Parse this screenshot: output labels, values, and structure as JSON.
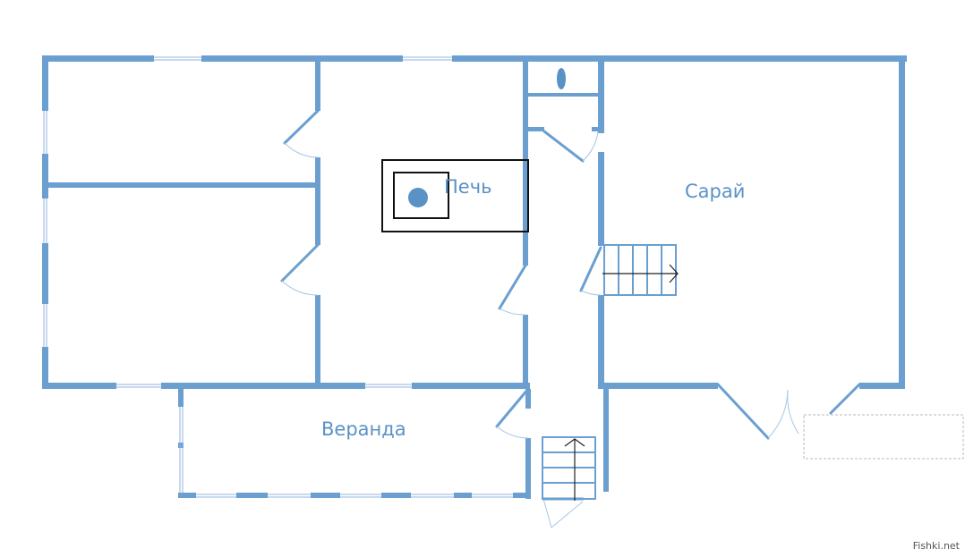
{
  "rooms": {
    "stove_label": "Печь",
    "barn_label": "Сарай",
    "veranda_label": "Веранда"
  },
  "watermark": "Fishki.net",
  "colors": {
    "wall": "#6a9fd0",
    "label": "#5a92c6",
    "stove_outline": "#111111"
  },
  "icons": [
    "window",
    "door-swing",
    "staircase",
    "stove",
    "chimney",
    "toilet"
  ]
}
